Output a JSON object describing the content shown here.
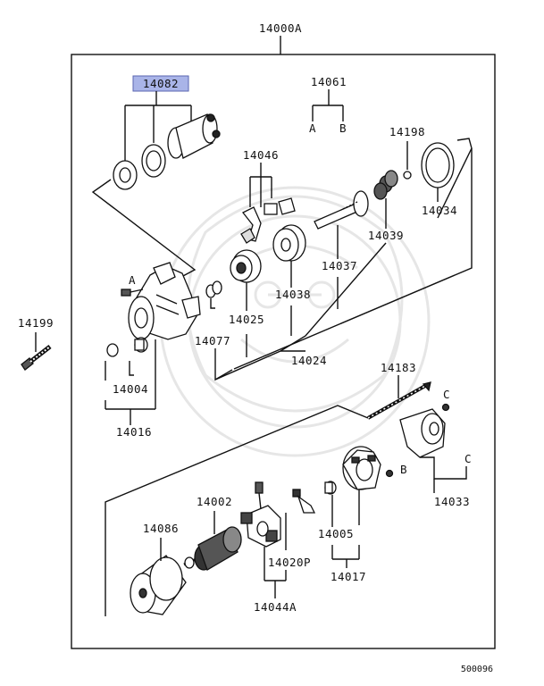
{
  "diagram": {
    "assembly": "14000A",
    "figure_id": "500096",
    "highlight_color": "#a9b4e8",
    "labels": {
      "p14082": "14082",
      "p14061": "14061",
      "refA1": "A",
      "refB1": "B",
      "p14198": "14198",
      "p14046": "14046",
      "p14034": "14034",
      "p14039": "14039",
      "p14037": "14037",
      "p14038": "14038",
      "refA2": "A",
      "p14025": "14025",
      "p14077": "14077",
      "p14024": "14024",
      "p14199": "14199",
      "p14004": "14004",
      "p14016": "14016",
      "p14183": "14183",
      "refC1": "C",
      "refC2": "C",
      "refB2": "B",
      "p14033": "14033",
      "p14002": "14002",
      "p14086": "14086",
      "p14005": "14005",
      "p14020P": "14020P",
      "p14017": "14017",
      "p14044A": "14044A"
    }
  }
}
